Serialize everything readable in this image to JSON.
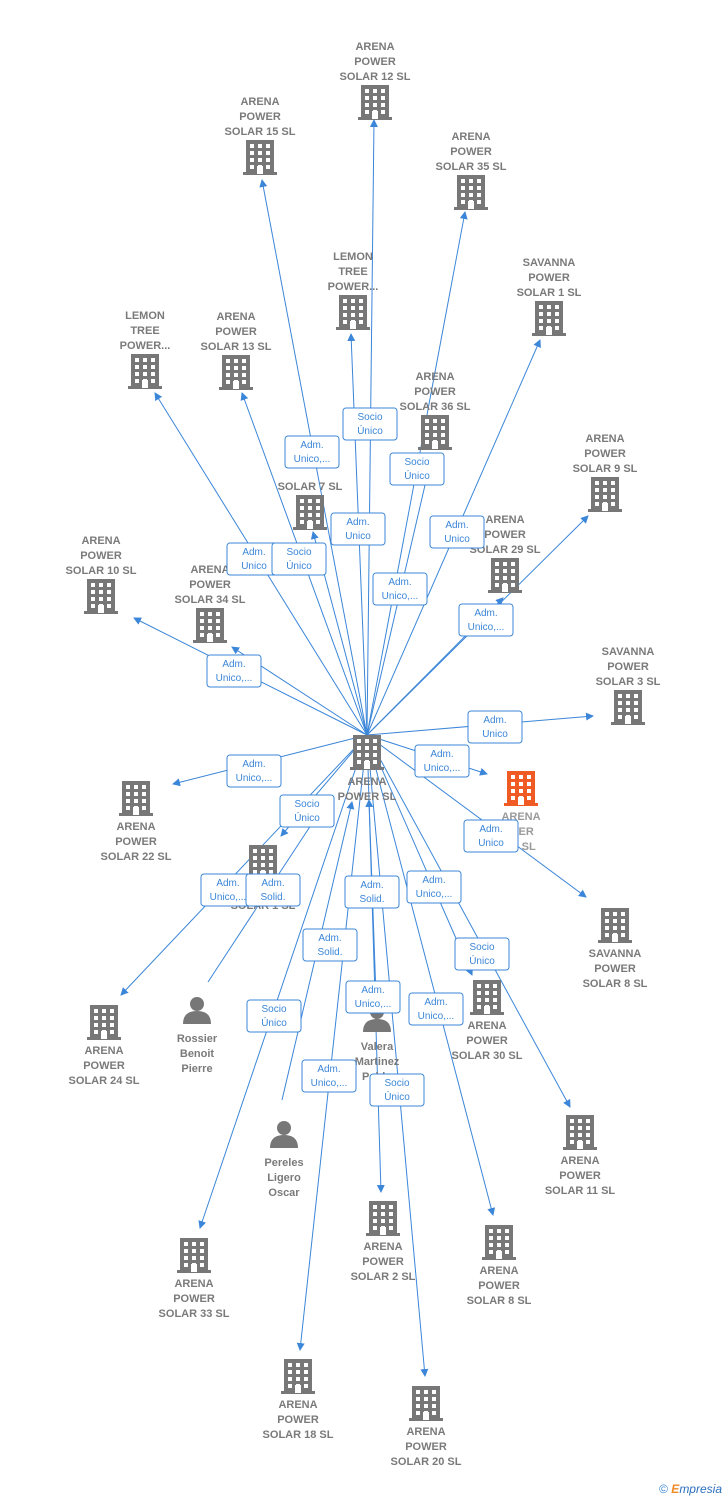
{
  "colors": {
    "edge": "#3b86d8",
    "building": "#777777",
    "highlight": "#f05a24",
    "person": "#777777",
    "label": "#7a7a7a"
  },
  "footer": {
    "copyright_symbol": "©",
    "brand_initial": "E",
    "brand_rest": "mpresia"
  },
  "nodes": [
    {
      "id": "center",
      "type": "company",
      "icon": "building-icon",
      "lines": [
        "ARENA",
        "POWER  SL"
      ]
    },
    {
      "id": "s12",
      "type": "company",
      "icon": "building-icon",
      "lines": [
        "ARENA",
        "POWER",
        "SOLAR 12  SL"
      ]
    },
    {
      "id": "s15",
      "type": "company",
      "icon": "building-icon",
      "lines": [
        "ARENA",
        "POWER",
        "SOLAR 15  SL"
      ]
    },
    {
      "id": "s35",
      "type": "company",
      "icon": "building-icon",
      "lines": [
        "ARENA",
        "POWER",
        "SOLAR 35  SL"
      ]
    },
    {
      "id": "lt1",
      "type": "company",
      "icon": "building-icon",
      "lines": [
        "LEMON",
        "TREE",
        "POWER..."
      ]
    },
    {
      "id": "sav1",
      "type": "company",
      "icon": "building-icon",
      "lines": [
        "SAVANNA",
        "POWER",
        "SOLAR 1  SL"
      ]
    },
    {
      "id": "lt2",
      "type": "company",
      "icon": "building-icon",
      "lines": [
        "LEMON",
        "TREE",
        "POWER..."
      ]
    },
    {
      "id": "s13",
      "type": "company",
      "icon": "building-icon",
      "lines": [
        "ARENA",
        "POWER",
        "SOLAR 13  SL"
      ]
    },
    {
      "id": "s36",
      "type": "company",
      "icon": "building-icon",
      "lines": [
        "ARENA",
        "POWER",
        "SOLAR 36  SL"
      ]
    },
    {
      "id": "s9",
      "type": "company",
      "icon": "building-icon",
      "lines": [
        "ARENA",
        "POWER",
        "SOLAR 9  SL"
      ]
    },
    {
      "id": "s7",
      "type": "company",
      "icon": "building-icon",
      "lines": [
        "SOLAR 7  SL"
      ]
    },
    {
      "id": "s29",
      "type": "company",
      "icon": "building-icon",
      "lines": [
        "ARENA",
        "POWER",
        "SOLAR 29  SL"
      ]
    },
    {
      "id": "s10",
      "type": "company",
      "icon": "building-icon",
      "lines": [
        "ARENA",
        "POWER",
        "SOLAR 10  SL"
      ]
    },
    {
      "id": "s34",
      "type": "company",
      "icon": "building-icon",
      "lines": [
        "ARENA",
        "POWER",
        "SOLAR 34  SL"
      ]
    },
    {
      "id": "sav3",
      "type": "company",
      "icon": "building-icon",
      "lines": [
        "SAVANNA",
        "POWER",
        "SOLAR 3  SL"
      ]
    },
    {
      "id": "s32",
      "type": "company",
      "icon": "building-icon",
      "highlight": true,
      "lines": [
        "ARENA",
        "WER",
        "32  SL"
      ]
    },
    {
      "id": "s22",
      "type": "company",
      "icon": "building-icon",
      "lines": [
        "ARENA",
        "POWER",
        "SOLAR 22  SL"
      ]
    },
    {
      "id": "ps1",
      "type": "company",
      "icon": "building-icon",
      "lines": [
        "POWER",
        "SOLAR 1  SL"
      ]
    },
    {
      "id": "sav8",
      "type": "company",
      "icon": "building-icon",
      "lines": [
        "SAVANNA",
        "POWER",
        "SOLAR 8  SL"
      ]
    },
    {
      "id": "rossier",
      "type": "person",
      "icon": "person-icon",
      "lines": [
        "Rossier",
        "Benoit",
        "Pierre"
      ]
    },
    {
      "id": "valera",
      "type": "person",
      "icon": "person-icon",
      "lines": [
        "Valera",
        "Martinez",
        "Pablo"
      ]
    },
    {
      "id": "s30",
      "type": "company",
      "icon": "building-icon",
      "lines": [
        "ARENA",
        "POWER",
        "SOLAR 30  SL"
      ]
    },
    {
      "id": "s24",
      "type": "company",
      "icon": "building-icon",
      "lines": [
        "ARENA",
        "POWER",
        "SOLAR 24  SL"
      ]
    },
    {
      "id": "pereles",
      "type": "person",
      "icon": "person-icon",
      "lines": [
        "Pereles",
        "Ligero",
        "Oscar"
      ]
    },
    {
      "id": "s11",
      "type": "company",
      "icon": "building-icon",
      "lines": [
        "ARENA",
        "POWER",
        "SOLAR 11  SL"
      ]
    },
    {
      "id": "s2",
      "type": "company",
      "icon": "building-icon",
      "lines": [
        "ARENA",
        "POWER",
        "SOLAR 2  SL"
      ]
    },
    {
      "id": "s8",
      "type": "company",
      "icon": "building-icon",
      "lines": [
        "ARENA",
        "POWER",
        "SOLAR 8  SL"
      ]
    },
    {
      "id": "s33",
      "type": "company",
      "icon": "building-icon",
      "lines": [
        "ARENA",
        "POWER",
        "SOLAR 33  SL"
      ]
    },
    {
      "id": "s18",
      "type": "company",
      "icon": "building-icon",
      "lines": [
        "ARENA",
        "POWER",
        "SOLAR 18  SL"
      ]
    },
    {
      "id": "s20",
      "type": "company",
      "icon": "building-icon",
      "lines": [
        "ARENA",
        "POWER",
        "SOLAR 20  SL"
      ]
    }
  ],
  "edges": [
    {
      "from": "center",
      "to": "s12",
      "label": []
    },
    {
      "from": "center",
      "to": "s15",
      "label": []
    },
    {
      "from": "center",
      "to": "s35",
      "label": []
    },
    {
      "from": "center",
      "to": "lt1",
      "label": [
        "Socio",
        "Único"
      ]
    },
    {
      "from": "center",
      "to": "sav1",
      "label": [
        "Adm.",
        "Unico"
      ]
    },
    {
      "from": "center",
      "to": "lt2",
      "label": [
        "Adm.",
        "Unico"
      ]
    },
    {
      "from": "center",
      "to": "s13",
      "label": [
        "Adm.",
        "Unico,..."
      ]
    },
    {
      "from": "center",
      "to": "s36",
      "label": [
        "Socio",
        "Único"
      ]
    },
    {
      "from": "center",
      "to": "s9",
      "label": [
        "Adm.",
        "Unico,..."
      ]
    },
    {
      "from": "center",
      "to": "s7",
      "label": [
        "Adm.",
        "Unico"
      ]
    },
    {
      "from": "center",
      "to": "s29",
      "label": [
        "Adm.",
        "Unico,..."
      ]
    },
    {
      "from": "center",
      "to": "s10",
      "label": [
        "Adm.",
        "Unico,..."
      ]
    },
    {
      "from": "center",
      "to": "s34",
      "label": [
        "Socio",
        "Único"
      ]
    },
    {
      "from": "center",
      "to": "sav3",
      "label": [
        "Adm.",
        "Unico"
      ]
    },
    {
      "from": "center",
      "to": "s32",
      "label": [
        "Adm.",
        "Unico,..."
      ]
    },
    {
      "from": "center",
      "to": "s22",
      "label": [
        "Adm.",
        "Unico,..."
      ]
    },
    {
      "from": "center",
      "to": "ps1",
      "label": [
        "Socio",
        "Único"
      ]
    },
    {
      "from": "center",
      "to": "sav8",
      "label": [
        "Adm.",
        "Unico"
      ]
    },
    {
      "from": "center",
      "to": "s24",
      "label": [
        "Adm.",
        "Unico,..."
      ]
    },
    {
      "from": "center",
      "to": "s30",
      "label": [
        "Adm.",
        "Unico,..."
      ]
    },
    {
      "from": "center",
      "to": "s11",
      "label": [
        "Socio",
        "Único"
      ]
    },
    {
      "from": "center",
      "to": "s2",
      "label": [
        "Adm.",
        "Unico,..."
      ]
    },
    {
      "from": "center",
      "to": "s8",
      "label": [
        "Adm.",
        "Unico,..."
      ]
    },
    {
      "from": "center",
      "to": "s33",
      "label": [
        "Socio",
        "Único"
      ]
    },
    {
      "from": "center",
      "to": "s18",
      "label": [
        "Adm.",
        "Unico,..."
      ]
    },
    {
      "from": "center",
      "to": "s20",
      "label": [
        "Socio",
        "Único"
      ]
    },
    {
      "from": "rossier",
      "to": "center",
      "label": [
        "Adm.",
        "Solid."
      ]
    },
    {
      "from": "valera",
      "to": "center",
      "label": [
        "Adm.",
        "Solid."
      ]
    },
    {
      "from": "pereles",
      "to": "center",
      "label": [
        "Adm.",
        "Solid."
      ]
    }
  ]
}
